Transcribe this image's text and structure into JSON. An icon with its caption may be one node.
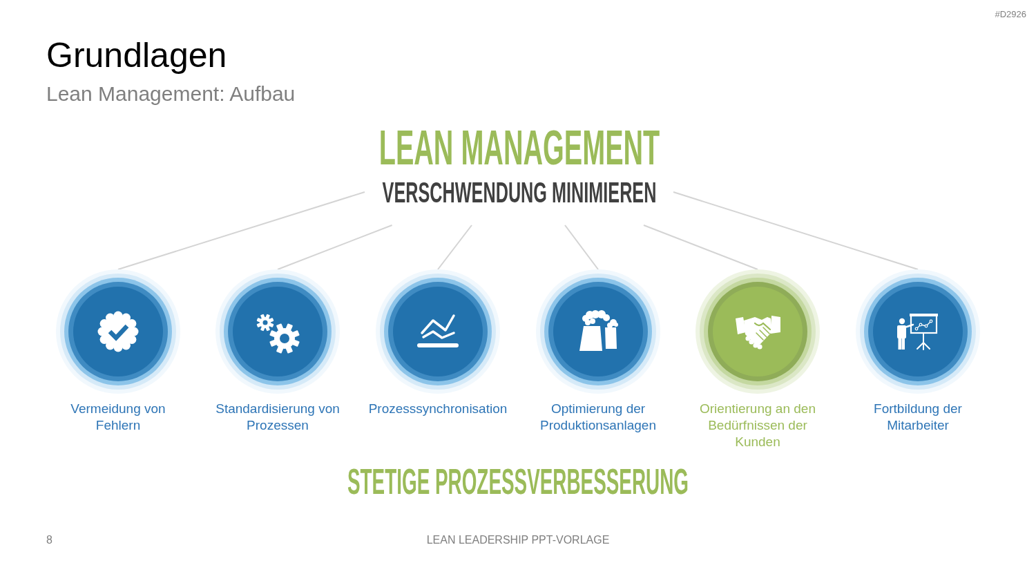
{
  "diagram": {
    "title": "Grundlagen",
    "nodes": [
      {
        "text": [
          "LEAN MANAGEMENT",
          "VERSCHWENDUNG MINIMIEREN"
        ]
      },
      {
        "text": [
          "Vermeidung von Fehlern"
        ]
      },
      {
        "text": [
          "Standardisierung von Prozessen"
        ]
      },
      {
        "text": [
          "Prozesssynchronisation"
        ]
      },
      {
        "text": [
          "Optimierung der Produktionsanlagen"
        ]
      },
      {
        "text": [
          "Orientierung an den Bedürfnissen der Kunden"
        ]
      },
      {
        "text": [
          "Fortbildung der Mitarbeiter"
        ]
      }
    ],
    "edges": [
      {
        "from": 0,
        "to": 1,
        "arrow": "none"
      },
      {
        "from": 0,
        "to": 2,
        "arrow": "none"
      },
      {
        "from": 0,
        "to": 3,
        "arrow": "none"
      },
      {
        "from": 0,
        "to": 4,
        "arrow": "none"
      },
      {
        "from": 0,
        "to": 5,
        "arrow": "none"
      },
      {
        "from": 0,
        "to": 6,
        "arrow": "none"
      }
    ],
    "labels": [
      "#D2926",
      "Lean Management: Aufbau",
      "STETIGE PROZESSVERBESSERUNG",
      "8",
      "LEAN LEADERSHIP PPT-VORLAGE"
    ]
  }
}
